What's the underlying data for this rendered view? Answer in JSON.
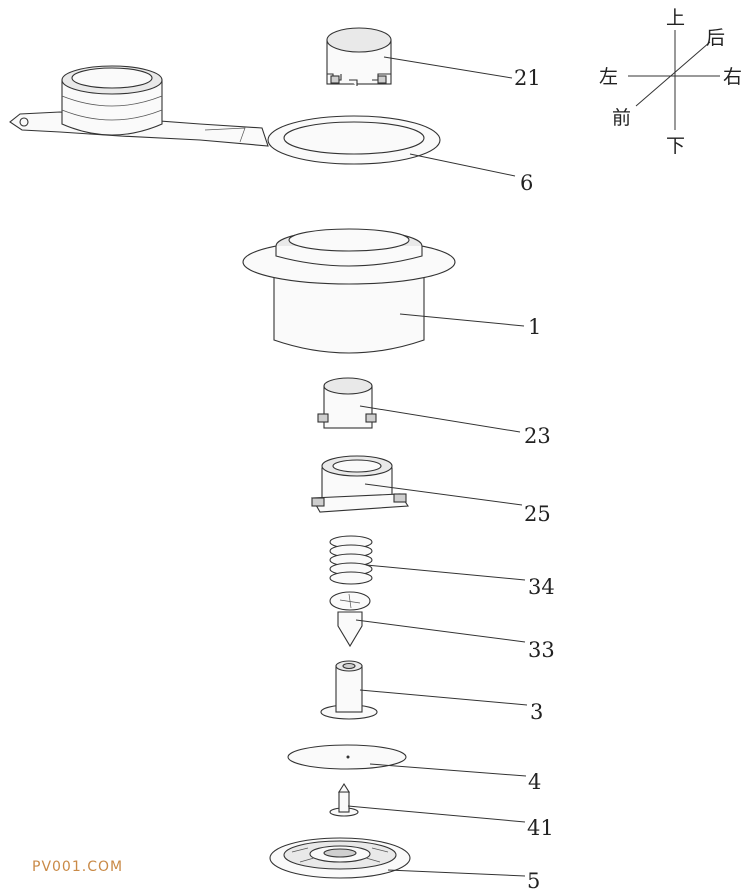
{
  "orientation": {
    "up": "上",
    "down": "下",
    "left": "左",
    "right": "右",
    "front": "前",
    "back": "后"
  },
  "labels": {
    "p21": "21",
    "p6": "6",
    "p1": "1",
    "p23": "23",
    "p25": "25",
    "p34": "34",
    "p33": "33",
    "p3": "3",
    "p4": "4",
    "p41": "41",
    "p5": "5"
  },
  "watermark": "PV001.COM"
}
